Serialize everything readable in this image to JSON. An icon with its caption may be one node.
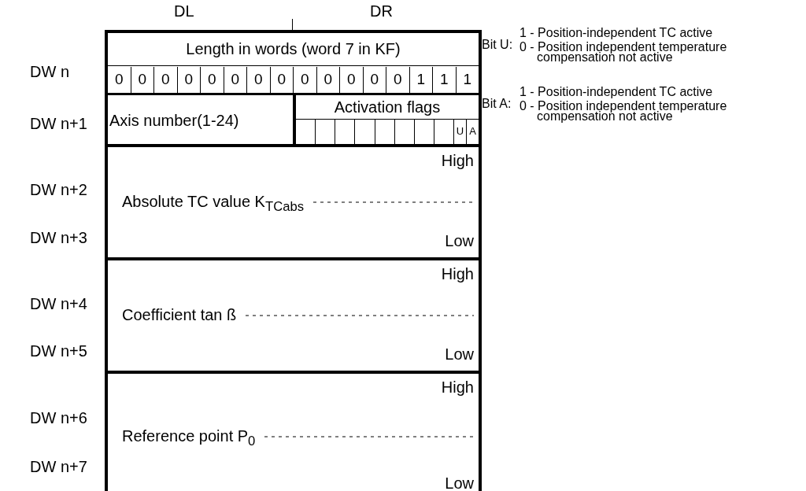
{
  "diagram": {
    "nodes": [
      {
        "text": [
          "Length in words (word 7 in KF)"
        ]
      },
      {
        "text": [
          "Axis number(1-24)"
        ]
      },
      {
        "text": [
          "Activation flags"
        ]
      },
      {
        "text": [
          "High",
          "Absolute TC value K$_{TCabs}$",
          "Low"
        ]
      },
      {
        "text": [
          "High",
          "Coefficient tan ß",
          "Low"
        ]
      },
      {
        "text": [
          "High",
          "Reference point P$_{0}$",
          "Low"
        ]
      }
    ],
    "labels": [
      "DL",
      "DR",
      "DW n",
      "DW n+1",
      "DW n+2",
      "DW n+3",
      "DW n+4",
      "DW n+5",
      "DW n+6",
      "DW n+7",
      "0",
      "0",
      "0",
      "0",
      "0",
      "0",
      "0",
      "0",
      "0",
      "0",
      "0",
      "0",
      "0",
      "1",
      "1",
      "1",
      "U",
      "A",
      "Bit U:",
      "1 - Position-independent TC active",
      "0 - Position independent temperature compensation not active",
      "Bit A:",
      "1 - Position-independent TC active",
      "0 - Position independent temperature compensation not active"
    ]
  }
}
